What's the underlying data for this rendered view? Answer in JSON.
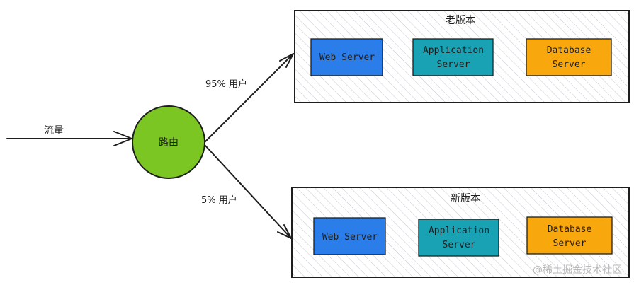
{
  "diagram": {
    "traffic_label": "流量",
    "router_label": "路由",
    "old_group": {
      "title": "老版本",
      "route_label": "95% 用户",
      "web": [
        "Web Server"
      ],
      "app": [
        "Application",
        "Server"
      ],
      "db": [
        "Database",
        "Server"
      ]
    },
    "new_group": {
      "title": "新版本",
      "route_label": "5% 用户",
      "web": [
        "Web Server"
      ],
      "app": [
        "Application",
        "Server"
      ],
      "db": [
        "Database",
        "Server"
      ]
    },
    "watermark": "@稀土掘金技术社区"
  },
  "colors": {
    "router_fill": "#7cc623",
    "web_fill": "#2b7de9",
    "app_fill": "#19a2b4",
    "db_fill": "#f8a70c",
    "stroke": "#1e1e1e",
    "hatch": "#c3c9cf"
  }
}
